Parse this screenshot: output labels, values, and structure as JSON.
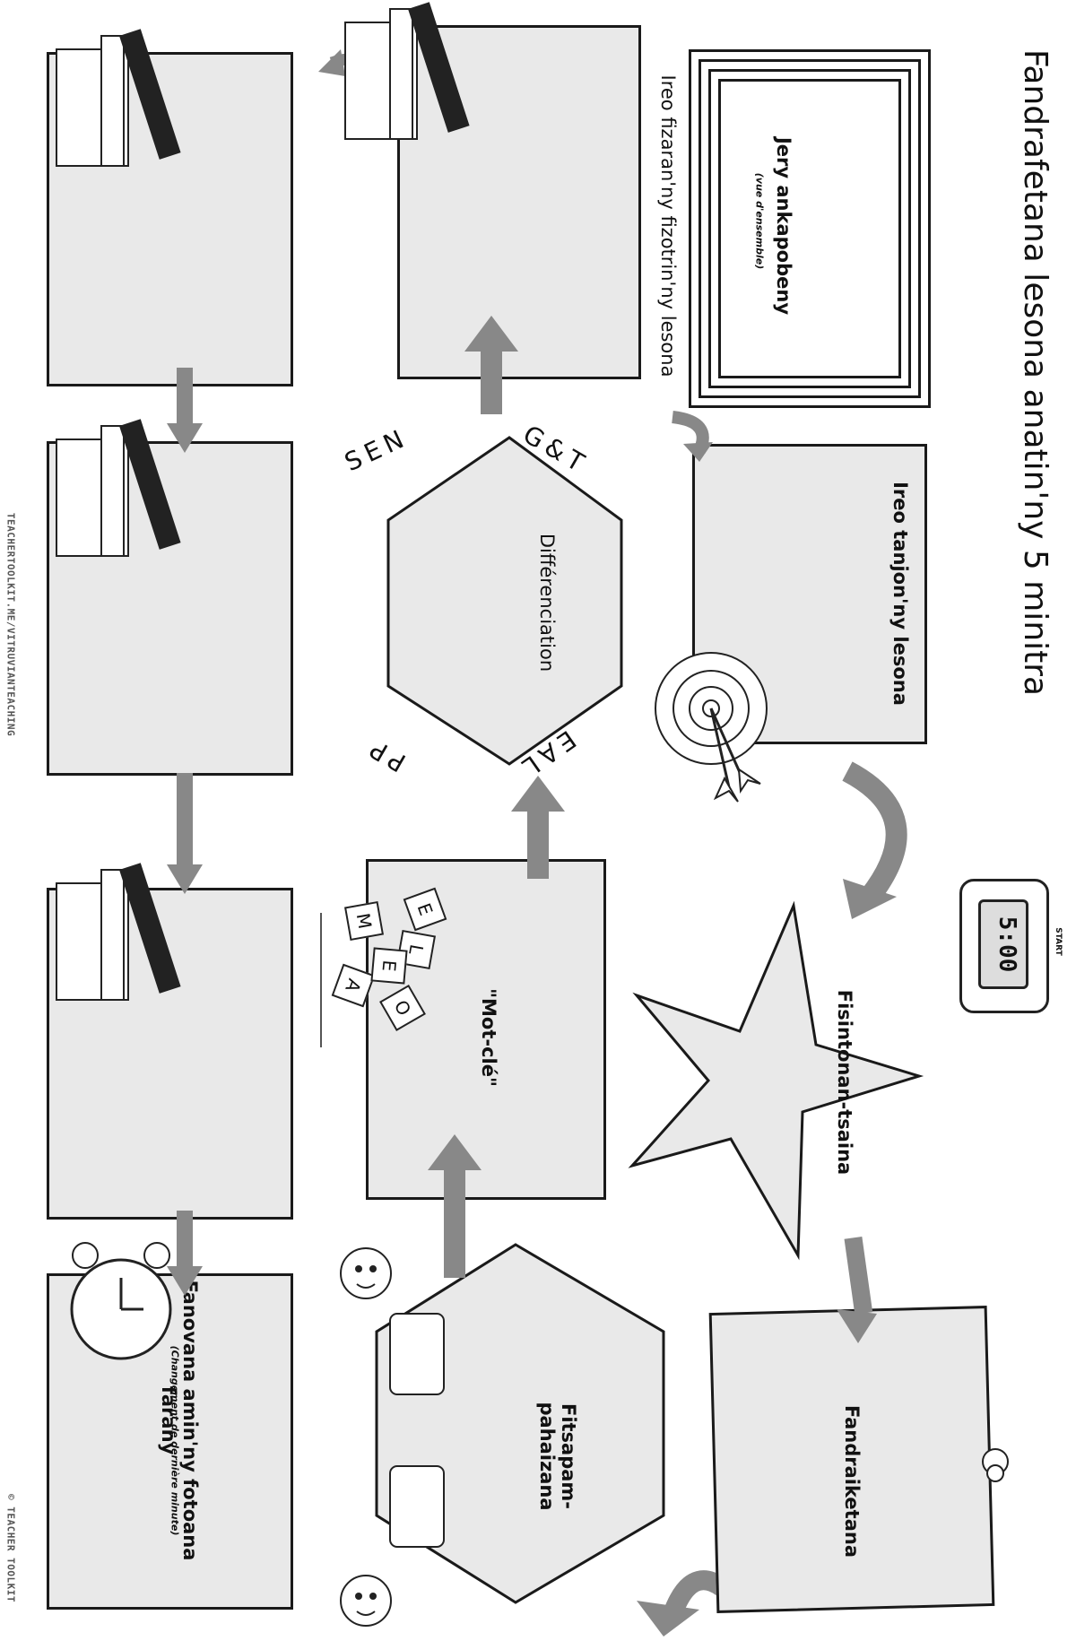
{
  "title": "Fandrafetana lesona anatin'ny 5 minitra",
  "big_picture": {
    "label": "Jery ankapobeny",
    "sub": "(vue d'ensemble)"
  },
  "objectives": {
    "label": "Ireo tanjon'ny lesona"
  },
  "starter": {
    "label": "Fisintonan-tsaina",
    "timer": "5:00",
    "timer_button": "START"
  },
  "engagement": {
    "label": "Fandraiketana"
  },
  "ab_teaching": {
    "label": "Fitsapam-pahaizana"
  },
  "keywords": {
    "label": "\"Mot-clé\"",
    "tiles": [
      "M",
      "A",
      "E",
      "L",
      "O",
      "E"
    ]
  },
  "differentiation": {
    "label": "Différenciation",
    "groups": [
      "G&T",
      "SEN",
      "EAL",
      "PP"
    ]
  },
  "learning_episodes": {
    "label": "Ireo fizaran'ny fizotrin'ny lesona"
  },
  "plenary": {
    "label": "Fanovana amin'ny fotoana farany",
    "sub": "(Changement de dernière minute)"
  },
  "footer": {
    "url": "TEACHERTOOLKIT.ME/VITRUVIANTEACHING",
    "copyright": "© TEACHER TOOLKIT"
  },
  "colors": {
    "box_fill": "#e9e9e9",
    "arrow": "#888888",
    "ink": "#1a1a1a"
  }
}
